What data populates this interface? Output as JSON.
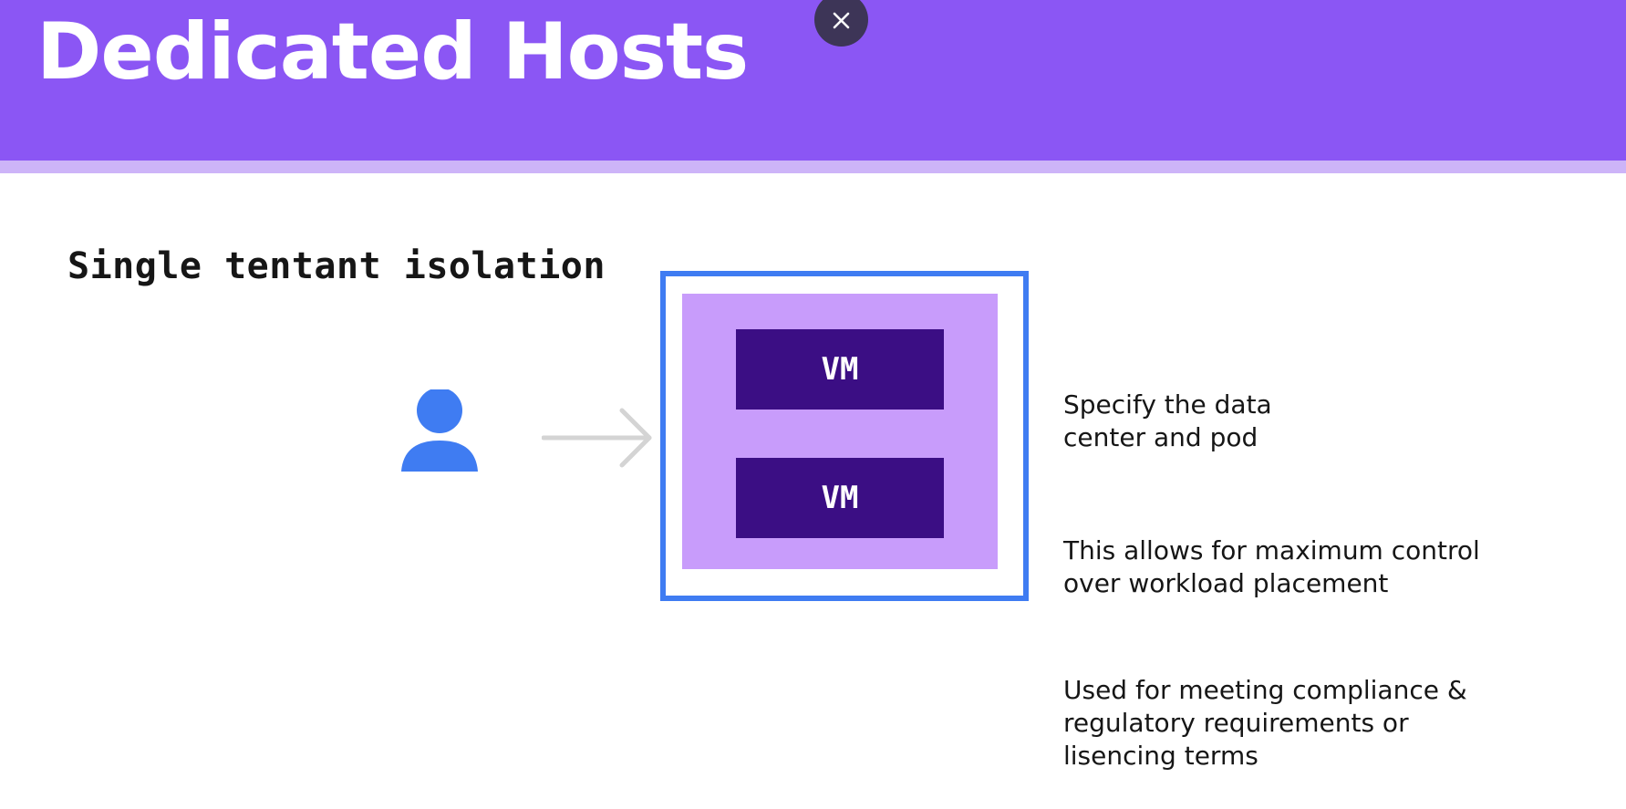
{
  "header": {
    "title": "Dedicated Hosts",
    "close_icon": "close-icon"
  },
  "diagram": {
    "subtitle": "Single tentant isolation",
    "user_icon": "user-icon",
    "arrow_icon": "arrow-right-icon",
    "vms": [
      "VM",
      "VM"
    ]
  },
  "notes": [
    "Specify the data\ncenter and pod",
    "This allows for maximum control\nover workload placement",
    "Used for meeting compliance &\nregulatory requirements or\nlisencing terms"
  ],
  "colors": {
    "header": "#8b56f4",
    "header_stripe": "#cdb4f8",
    "host_border": "#3f7cf2",
    "host_fill": "#c89cfb",
    "vm_fill": "#3b0e84",
    "user_icon": "#3f7cf2",
    "arrow": "#d4d4d4",
    "close_button": "#3d3557"
  }
}
